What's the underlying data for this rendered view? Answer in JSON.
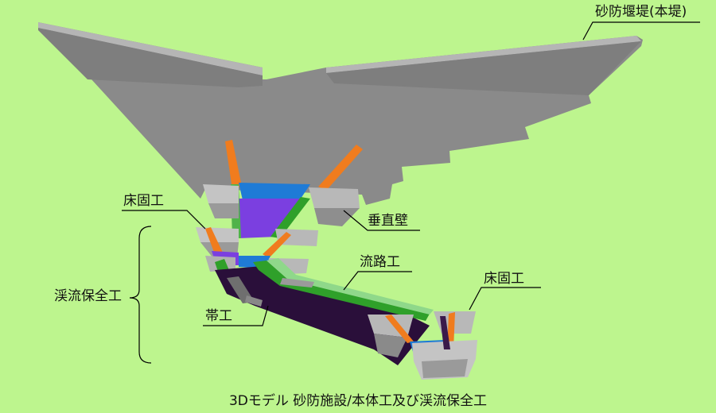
{
  "labels": {
    "main_dam": "砂防堰堤(本堤)",
    "vertical_wall": "垂直壁",
    "floor_top": "床固工",
    "channel_works": "流路工",
    "floor_bottom": "床固工",
    "stream_protection": "渓流保全工",
    "band_works": "帯工"
  },
  "caption": "3Dモデル 砂防施設/本体工及び渓流保全工",
  "colors": {
    "background": "#bdf58e",
    "concrete": "#8c8c8c",
    "concrete_light": "#b4b4b4",
    "water_blue": "#1f7bd6",
    "water_purple": "#7b3fe0",
    "green_wall": "#2fa02a",
    "orange_wing": "#f07c1e",
    "channel_dark": "#2a0f3a"
  }
}
